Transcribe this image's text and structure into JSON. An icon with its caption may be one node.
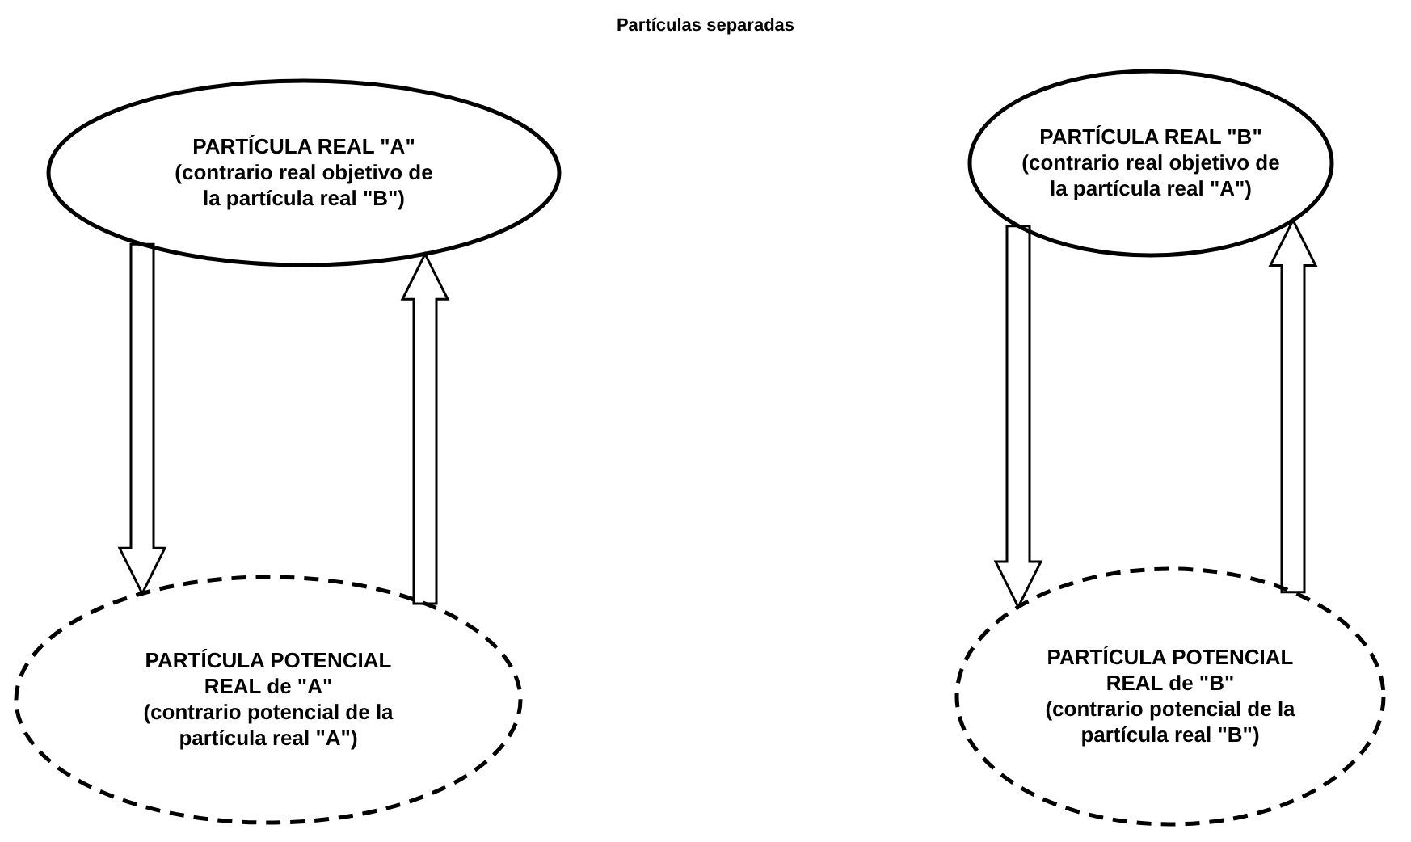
{
  "diagram": {
    "title": "Partículas separadas",
    "nodes": [
      {
        "text": [
          "PARTÍCULA REAL \"A\"",
          "(contrario real objetivo de la partícula real \"B\")"
        ]
      },
      {
        "text": [
          "PARTÍCULA REAL \"B\"",
          "(contrario real objetivo de la partícula real \"A\")"
        ]
      },
      {
        "text": [
          "PARTÍCULA POTENCIAL REAL de \"A\"",
          "(contrario potencial de la partícula real \"A\")"
        ]
      },
      {
        "text": [
          "PARTÍCULA POTENCIAL REAL de \"B\"",
          "(contrario potencial de la partícula real \"B\")"
        ]
      }
    ],
    "edges": [
      {
        "from": 0,
        "to": 2,
        "arrow": "to"
      },
      {
        "from": 2,
        "to": 0,
        "arrow": "to"
      },
      {
        "from": 1,
        "to": 3,
        "arrow": "to"
      },
      {
        "from": 3,
        "to": 1,
        "arrow": "to"
      }
    ]
  }
}
